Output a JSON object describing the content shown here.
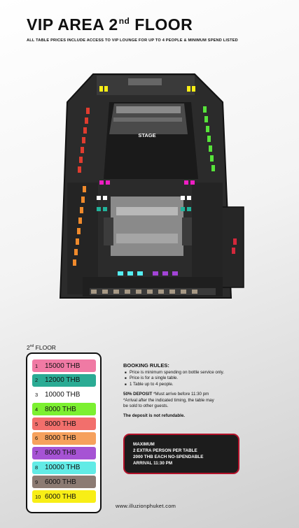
{
  "header": {
    "title": "VIP AREA 2",
    "title_sup": "nd",
    "title_tail": " FLOOR",
    "subtitle": "ALL TABLE PRICES INCLUDE ACCESS TO VIP LOUNGE FOR UP TO 4 PEOPLE & MINIMUM SPEND LISTED"
  },
  "floorplan": {
    "stage_label": "STAGE"
  },
  "price_list": {
    "label": "2",
    "label_sup": "nd",
    "label_tail": " FLOOR",
    "rows": [
      {
        "num": "1",
        "price": "15000 THB",
        "color": "#f07aa4"
      },
      {
        "num": "2",
        "price": "12000 THB",
        "color": "#2bab94"
      },
      {
        "num": "3",
        "price": "10000 THB",
        "color": "#ffffff"
      },
      {
        "num": "4",
        "price": "8000 THB",
        "color": "#7cf031"
      },
      {
        "num": "5",
        "price": "8000 THB",
        "color": "#f26f6c"
      },
      {
        "num": "6",
        "price": "8000 THB",
        "color": "#f6a15d"
      },
      {
        "num": "7",
        "price": "8000 THB",
        "color": "#a653d4"
      },
      {
        "num": "8",
        "price": "10000 THB",
        "color": "#62ebe6"
      },
      {
        "num": "9",
        "price": "6000 THB",
        "color": "#8c7b73"
      },
      {
        "num": "10",
        "price": "6000 THB",
        "color": "#f8ee16"
      }
    ]
  },
  "rules": {
    "heading": "BOOKING RULES:",
    "bullets": [
      "Price is minimum spending on bottle service only.",
      "Price is for a single table.",
      "1 Table up to 4 people."
    ],
    "deposit_bold": "50% DEPOSIT",
    "deposit_text": " *Must arrive before 11:30 pm",
    "arrival_line1": "*Arrival after the indicated timing, the table may",
    "arrival_line2": "be sold to other guests.",
    "refund": "The deposit is not refundable."
  },
  "notice": {
    "line1": "MAXIMUM",
    "line2": "2 EXTRA PERSON PER TABLE",
    "line3": "2000 THB EACH NO-SPENDABLE",
    "line4": "ARRIVAL 11:30 PM"
  },
  "website": "www.illuzionphuket.com"
}
